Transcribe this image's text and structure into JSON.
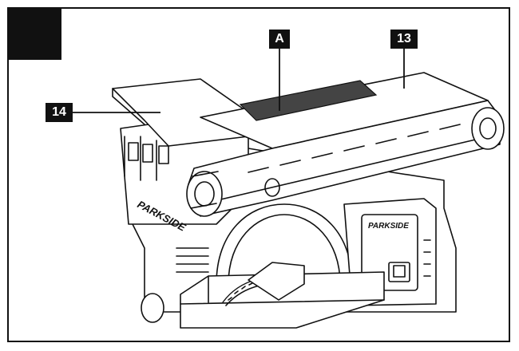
{
  "callouts": {
    "a": "A",
    "b13": "13",
    "b14": "14"
  },
  "markings": {
    "brand_side": "PARKSIDE",
    "brand_panel": "PARKSIDE"
  },
  "colors": {
    "ink": "#111111",
    "belt_surface": "#444444",
    "background": "#ffffff"
  },
  "icons": {
    "protractor": "angle-scale",
    "switch": "power-switch"
  }
}
